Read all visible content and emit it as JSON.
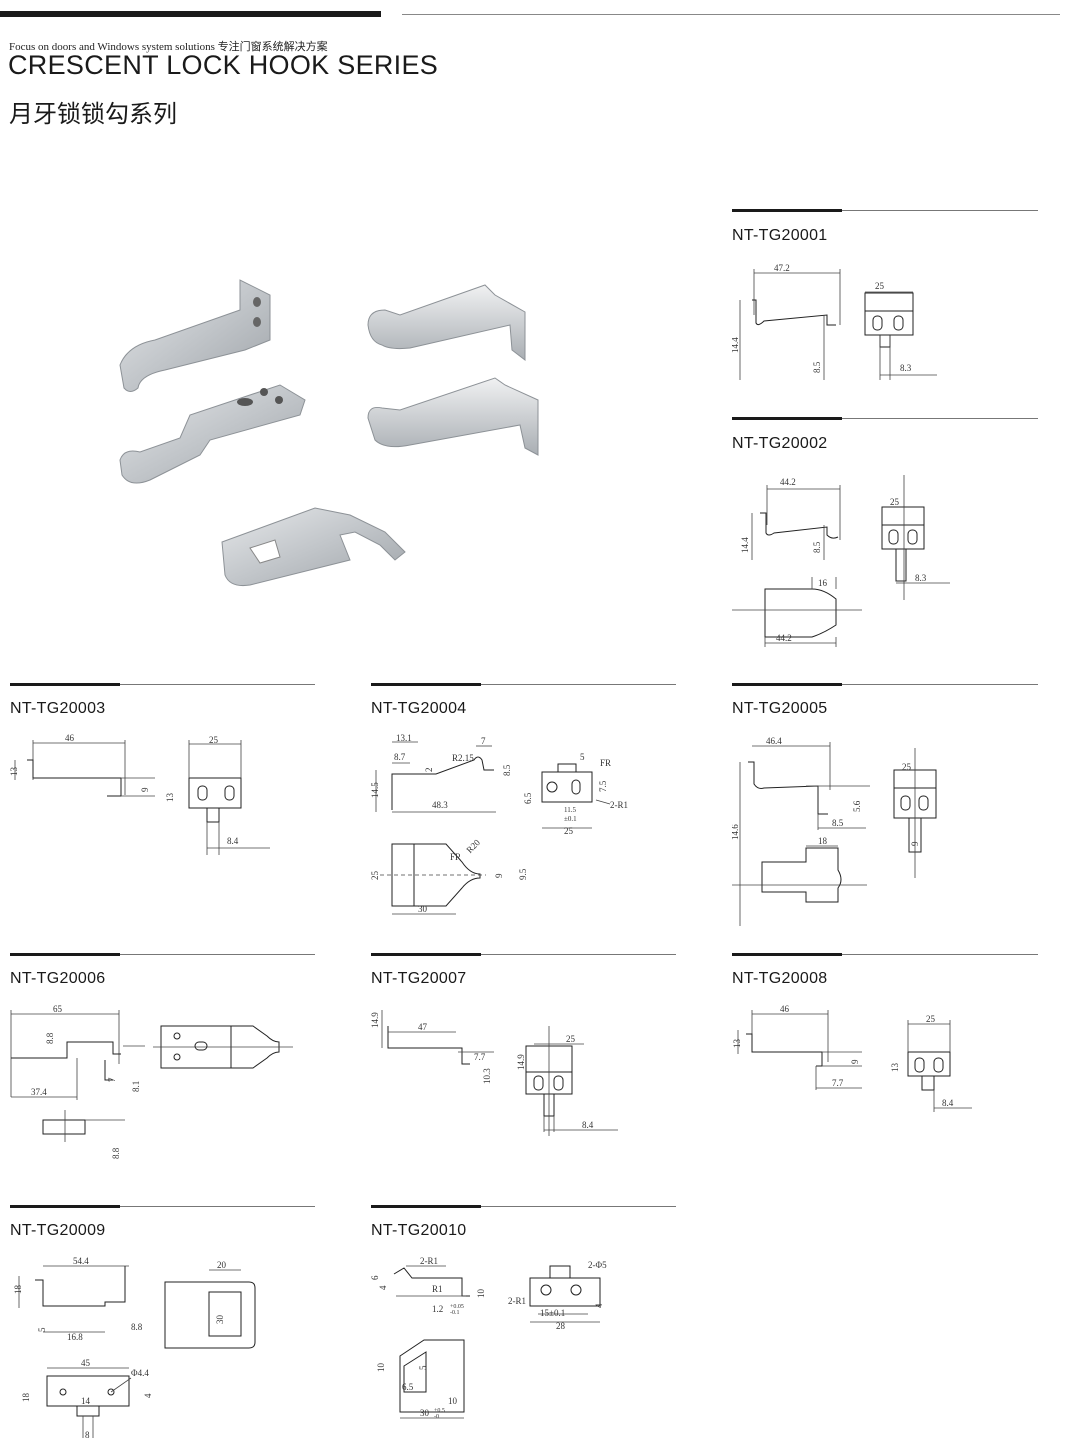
{
  "header": {
    "tagline": "Focus on doors and Windows system solutions 专注门窗系统解决方案",
    "title_en": "CRESCENT LOCK HOOK SERIES",
    "title_cn": "月牙锁锁勾系列"
  },
  "products": [
    {
      "code": "NT-TG20001"
    },
    {
      "code": "NT-TG20002"
    },
    {
      "code": "NT-TG20003"
    },
    {
      "code": "NT-TG20004"
    },
    {
      "code": "NT-TG20005"
    },
    {
      "code": "NT-TG20006"
    },
    {
      "code": "NT-TG20007"
    },
    {
      "code": "NT-TG20008"
    },
    {
      "code": "NT-TG20009"
    },
    {
      "code": "NT-TG20010"
    }
  ],
  "dims": {
    "p1": [
      "47.2",
      "14.4",
      "8.5",
      "25",
      "8.3"
    ],
    "p2": [
      "44.2",
      "14.4",
      "8.5",
      "25",
      "8.3",
      "16",
      "44.2"
    ],
    "p3": [
      "46",
      "13",
      "9",
      "25",
      "13",
      "8.4"
    ],
    "p4": [
      "13.1",
      "8.7",
      "2",
      "R2.15",
      "7",
      "8.5",
      "14.5",
      "48.3",
      "5",
      "FR",
      "7.5",
      "6.5",
      "11.5",
      "±0.1",
      "2-R1",
      "25",
      "R20",
      "FR",
      "25",
      "9",
      "9.5",
      "30"
    ],
    "p5": [
      "46.4",
      "14.6",
      "5.6",
      "8.5",
      "25",
      "9",
      "18"
    ],
    "p6": [
      "65",
      "8.8",
      "7",
      "8.1",
      "37.4",
      "8.8"
    ],
    "p7": [
      "14.9",
      "47",
      "7.7",
      "10.3",
      "25",
      "14.9",
      "8.4"
    ],
    "p8": [
      "46",
      "13",
      "9",
      "7.7",
      "25",
      "13",
      "8.4"
    ],
    "p9": [
      "54.4",
      "18",
      "5",
      "16.8",
      "8.8",
      "20",
      "30",
      "45",
      "Φ4.4",
      "18",
      "14",
      "4",
      "8"
    ],
    "p10": [
      "2-R1",
      "6",
      "4",
      "R1",
      "10",
      "1.2",
      "+0.05",
      "-0.1",
      "2-Φ5",
      "2-R1",
      "15±0.1",
      "28",
      "4",
      "10",
      "5",
      "6.5",
      "10",
      "30",
      "+0.5",
      "-0"
    ]
  }
}
